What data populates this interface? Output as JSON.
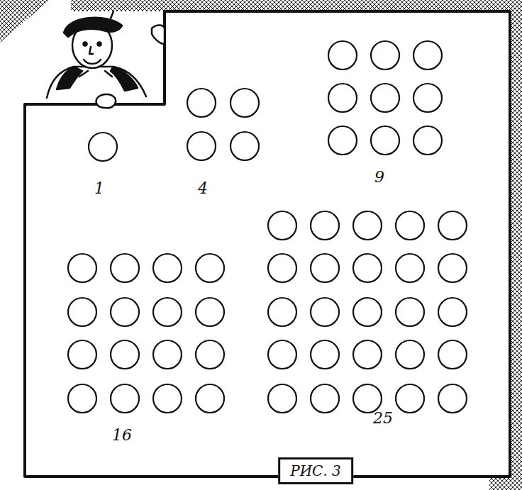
{
  "diagram": {
    "caption": "РИС. 3",
    "labels": [
      "1",
      "4",
      "9",
      "16",
      "25"
    ]
  }
}
